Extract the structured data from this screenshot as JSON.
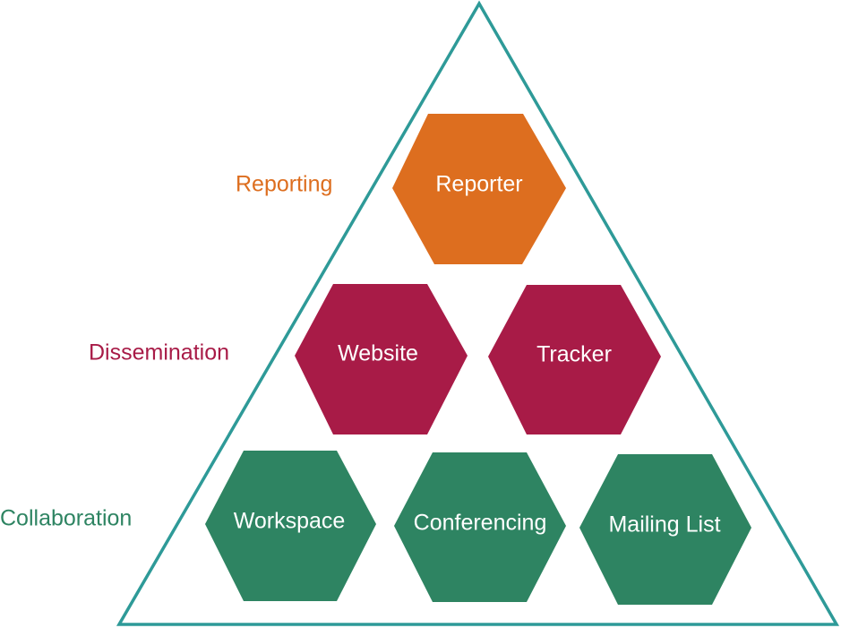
{
  "colors": {
    "triangle": "#2e9a98",
    "reporting": "#dd6e1f",
    "dissemination": "#a81b47",
    "collaboration": "#2e8462"
  },
  "tiers": {
    "reporting": {
      "label": "Reporting",
      "items": [
        "Reporter"
      ]
    },
    "dissemination": {
      "label": "Dissemination",
      "items": [
        "Website",
        "Tracker"
      ]
    },
    "collaboration": {
      "label": "Collaboration",
      "items": [
        "Workspace",
        "Conferencing",
        "Mailing List"
      ]
    }
  }
}
